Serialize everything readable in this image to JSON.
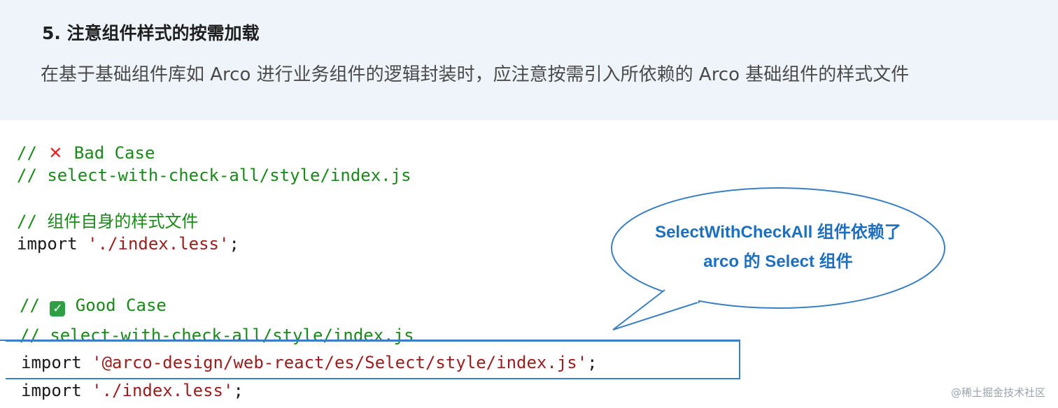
{
  "tip": {
    "title": "5. 注意组件样式的按需加载",
    "description": "在基于基础组件库如 Arco 进行业务组件的逻辑封装时，应注意按需引入所依赖的 Arco 基础组件的样式文件"
  },
  "code": {
    "bad_prefix": "// ",
    "bad_icon": "✕",
    "bad_label": " Bad Case",
    "bad_path_comment": "// select-with-check-all/style/index.js",
    "self_style_comment": "// 组件自身的样式文件",
    "import_kw_1": "import ",
    "import_str_1": "'./index.less'",
    "semicolon_1": ";",
    "good_prefix": "// ",
    "good_icon": "✓",
    "good_label": " Good Case",
    "good_path_comment": "// select-with-check-all/style/index.js",
    "import_kw_2": "import ",
    "import_str_2": "'@arco-design/web-react/es/Select/style/index.js'",
    "semicolon_2": ";",
    "import_kw_3": "import ",
    "import_str_3": "'./index.less'",
    "semicolon_3": ";"
  },
  "bubble": {
    "line1": "SelectWithCheckAll 组件依赖了",
    "line2": "arco 的 Select 组件"
  },
  "watermark": "@稀土掘金技术社区",
  "colors": {
    "accent_blue": "#1d6fbf",
    "comment_green": "#188a18",
    "string_red": "#9b1c1c",
    "tip_bg": "#eef4fa"
  }
}
